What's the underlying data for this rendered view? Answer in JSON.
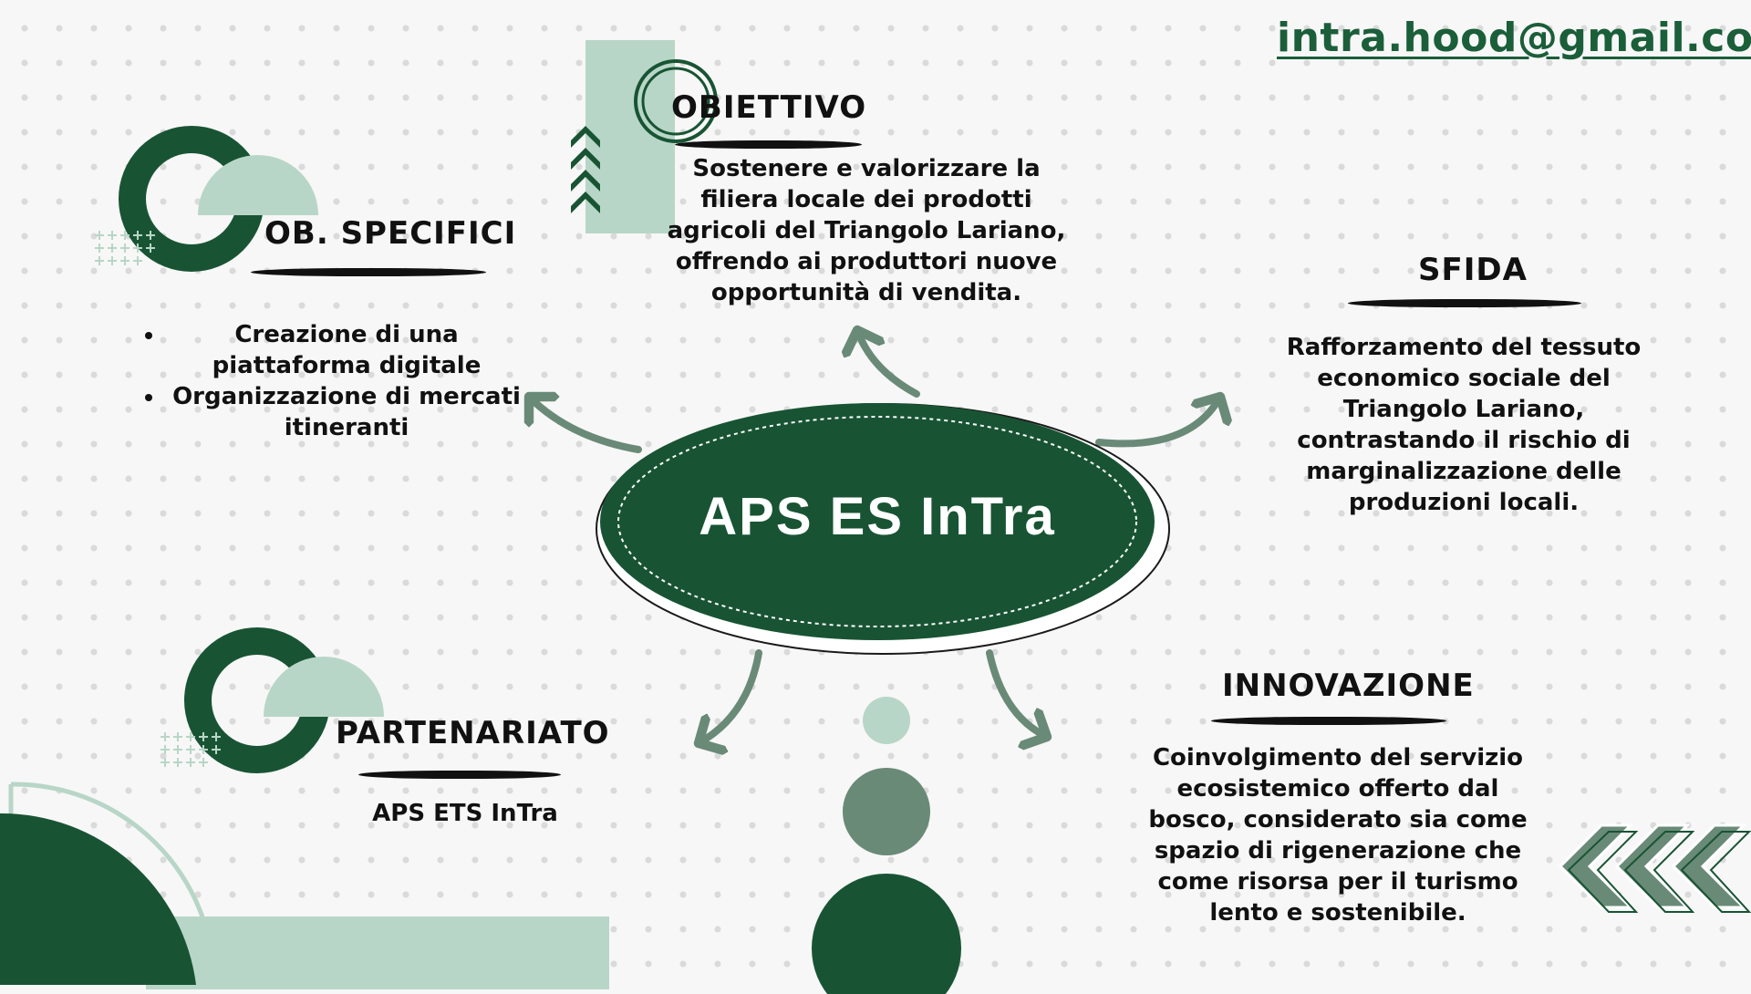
{
  "contact": {
    "email": "intra.hood@gmail.com"
  },
  "center": {
    "title": "APS ES InTra"
  },
  "obiettivo": {
    "heading": "OBIETTIVO",
    "lines": [
      "Sostenere e valorizzare la",
      "filiera locale dei prodotti",
      "agricoli del Triangolo Lariano,",
      "offrendo ai produttori nuove",
      "opportunità di vendita."
    ]
  },
  "ob_specifici": {
    "heading": "OB. SPECIFICI",
    "items": [
      {
        "lines": [
          "Creazione di una",
          "piattaforma digitale"
        ]
      },
      {
        "lines": [
          "Organizzazione di mercati",
          "itineranti"
        ]
      }
    ]
  },
  "sfida": {
    "heading": "SFIDA",
    "lines": [
      "Rafforzamento del tessuto",
      "economico sociale del",
      "Triangolo Lariano,",
      "contrastando il rischio di",
      "marginalizzazione delle",
      "produzioni locali."
    ]
  },
  "partenariato": {
    "heading": "PARTENARIATO",
    "text": "APS ETS InTra"
  },
  "innovazione": {
    "heading": "INNOVAZIONE",
    "lines": [
      "Coinvolgimento del servizio",
      "ecosistemico offerto dal",
      "bosco, considerato sia come",
      "spazio di rigenerazione che",
      "come risorsa per il turismo",
      "lento e sostenibile."
    ]
  },
  "colors": {
    "dark_green": "#185433",
    "mid_green": "#6a8a78",
    "light_green": "#b8d6c7",
    "text": "#111111"
  },
  "icons": [
    "ring-icon",
    "half-circle-icon",
    "plus-grid-icon",
    "chevron-up-icon",
    "chevron-left-icon",
    "arrow-icon"
  ]
}
